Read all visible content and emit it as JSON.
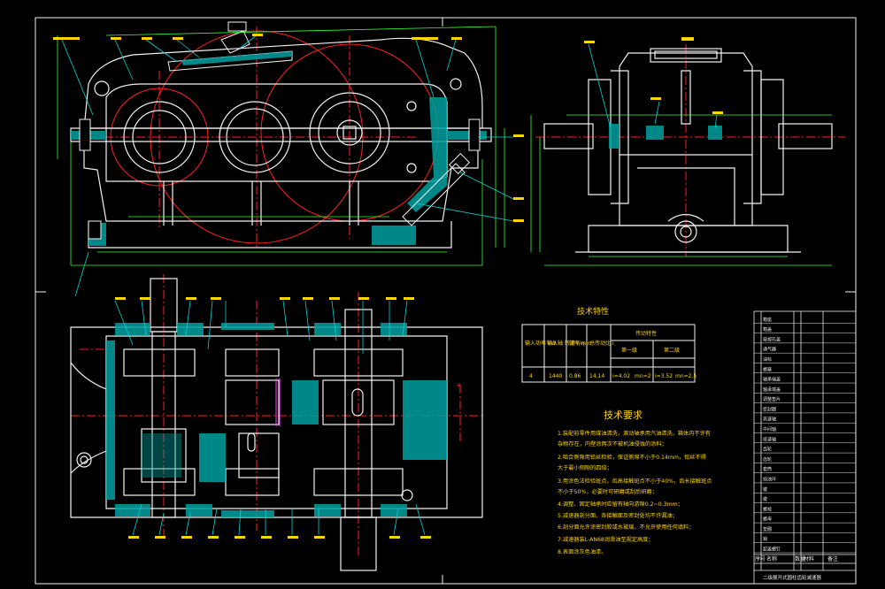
{
  "colors": {
    "background": "#000000",
    "outline": "#f2f2f2",
    "dimension": "#32ff32",
    "centerline": "#ff2020",
    "leader": "#00d4d4",
    "text": "#ffd400",
    "hatch": "#00b0b0",
    "title_block": "#e8e8e8",
    "magenta": "#ff40ff"
  },
  "icons": {
    "main_view": "gearbox-front-view-icon",
    "side_view": "gearbox-side-view-icon",
    "top_view": "gearbox-top-section-icon",
    "dipstick": "oil-dipstick-icon",
    "vent": "breather-icon"
  },
  "table": {
    "title": "技术特性",
    "headers": [
      "输入功率\nkW",
      "输入轴\n转速\nr/min",
      "效率\nη",
      "总传动比\ni",
      "传动特性"
    ],
    "sub_headers": [
      "第一级",
      "第二级"
    ],
    "row": [
      "4",
      "1440",
      "0.86",
      "14.14",
      "i=4.02",
      "mn=2",
      "i=3.52",
      "mn=2.5"
    ]
  },
  "requirements": {
    "title": "技术要求",
    "lines": [
      "1.装配前零件用煤油清洗，滚动轴承用汽油清洗，箱体内不许有",
      "杂物存在，内壁涂两次不被机油侵蚀的涂料；",
      "2.啮合侧隙用铅丝检验，保证侧隙不小于0.14mm，铅丝不得",
      "大于最小侧隙的四倍；",
      "3.用涂色法检验斑点，齿高接触斑点不小于40%，齿长接触斑点",
      "不小于50%，必要时可研磨或刮后研磨；",
      "4.调整、固定轴承时应留有轴向游隙0.2~0.3mm；",
      "5.减速器剖分面、各接触面及密封处均不许漏油；",
      "6.剖分面允许涂密封胶或水玻璃，不允许使用任何填料；",
      "7.减速器装L-AN68润滑油至规定高度；",
      "8.表面涂灰色油漆。"
    ]
  },
  "title_block": {
    "drawing_title": "二级展开式圆柱齿轮减速器",
    "labels": [
      "序号",
      "名称",
      "数量",
      "材料",
      "备注"
    ],
    "rows": [
      "箱座",
      "箱盖",
      "窥视孔盖",
      "通气器",
      "油标",
      "螺塞",
      "轴承端盖",
      "轴承端盖",
      "调整垫片",
      "密封圈",
      "高速轴",
      "中间轴",
      "低速轴",
      "齿轮",
      "齿轮",
      "套筒",
      "挡油环",
      "键",
      "键",
      "螺栓",
      "螺母",
      "垫圈",
      "销",
      "起盖螺钉"
    ]
  }
}
